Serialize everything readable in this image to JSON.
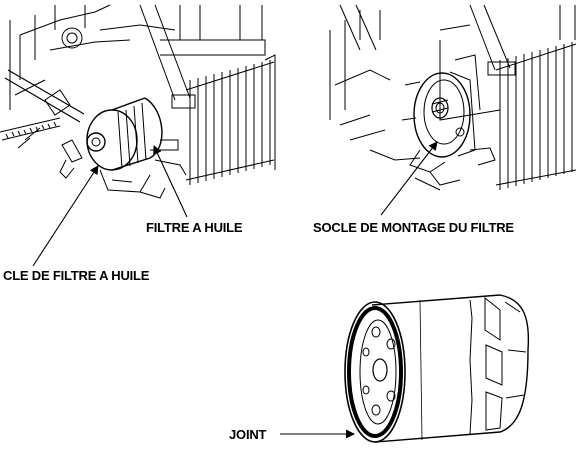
{
  "labels": {
    "oil_filter": "FILTRE A HUILE",
    "filter_mount": "SOCLE DE MONTAGE DU FILTRE",
    "filter_wrench": "CLE DE FILTRE A HUILE",
    "gasket": "JOINT"
  },
  "colors": {
    "ink": "#000000",
    "background": "#ffffff"
  }
}
